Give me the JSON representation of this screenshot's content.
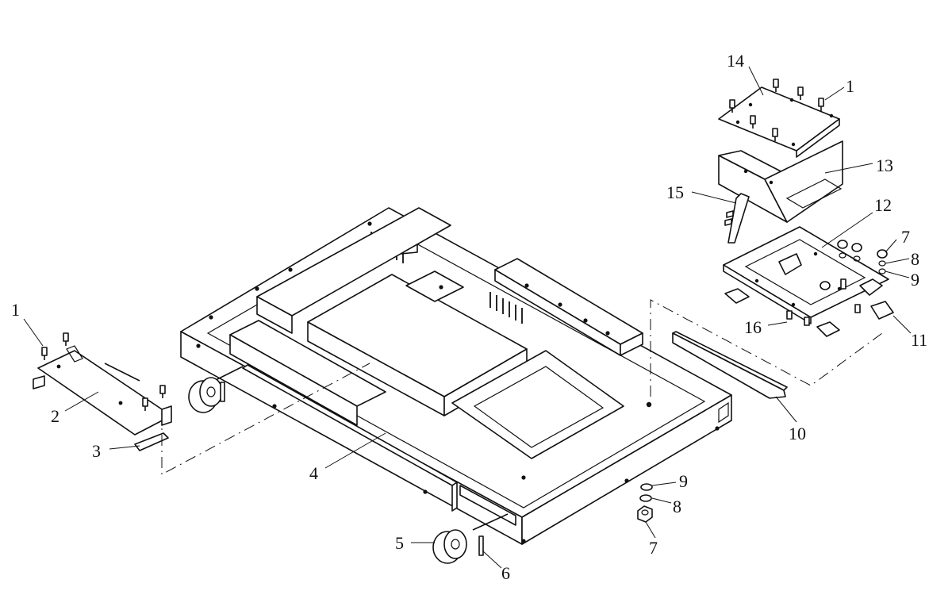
{
  "callouts": {
    "c1_left": "1",
    "c2": "2",
    "c3": "3",
    "c4": "4",
    "c5": "5",
    "c6": "6",
    "c7_bottom": "7",
    "c8_bottom": "8",
    "c9_bottom": "9",
    "c10": "10",
    "c11": "11",
    "c12": "12",
    "c13": "13",
    "c14": "14",
    "c1_right": "1",
    "c15": "15",
    "c16": "16",
    "c7_right": "7",
    "c8_right": "8",
    "c9_right": "9"
  },
  "colors": {
    "line": "#111111",
    "background": "#ffffff"
  }
}
